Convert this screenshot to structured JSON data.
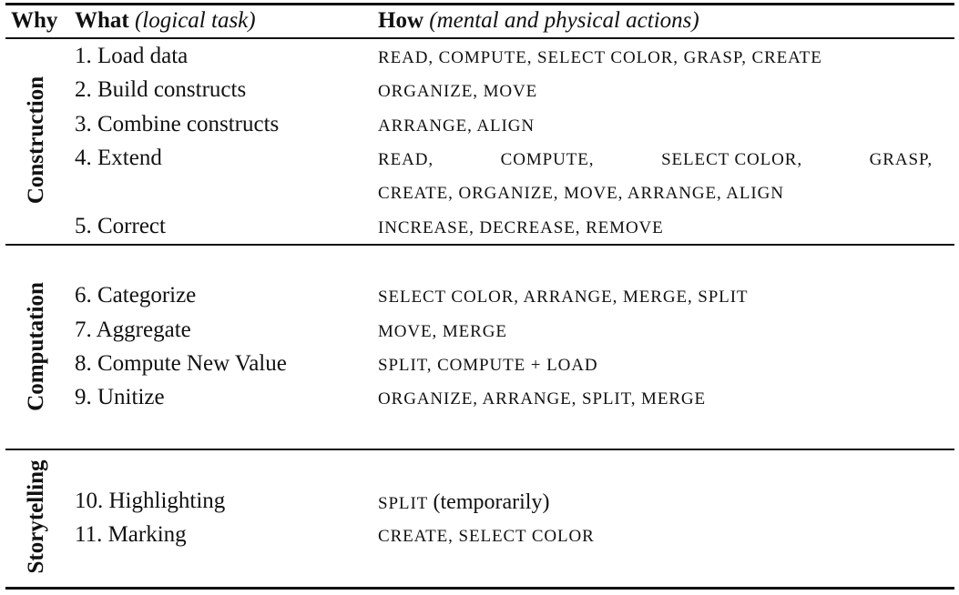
{
  "header": {
    "why": "Why",
    "what": "What",
    "what_sub": "(logical task)",
    "how": "How",
    "how_sub": "(mental and physical actions)"
  },
  "sections": [
    {
      "name": "Construction",
      "rows": [
        {
          "what": "1. Load data",
          "how": "READ, COMPUTE, SELECT COLOR, GRASP, CREATE"
        },
        {
          "what": "2. Build constructs",
          "how": "ORGANIZE, MOVE"
        },
        {
          "what": "3. Combine constructs",
          "how": "ARRANGE, ALIGN"
        },
        {
          "what": "4. Extend",
          "how_line1": [
            "READ,",
            "COMPUTE,",
            "SELECT COLOR,",
            "GRASP,"
          ],
          "how_line2": "CREATE, ORGANIZE, MOVE, ARRANGE, ALIGN"
        },
        {
          "what": "5. Correct",
          "how": "INCREASE, DECREASE, REMOVE"
        }
      ]
    },
    {
      "name": "Computation",
      "rows": [
        {
          "what": "6. Categorize",
          "how": "SELECT COLOR, ARRANGE, MERGE, SPLIT"
        },
        {
          "what": "7. Aggregate",
          "how": "MOVE, MERGE"
        },
        {
          "what": "8. Compute New Value",
          "how": "SPLIT, COMPUTE + LOAD"
        },
        {
          "what": "9. Unitize",
          "how": "ORGANIZE, ARRANGE, SPLIT, MERGE"
        }
      ]
    },
    {
      "name": "Storytelling",
      "rows": [
        {
          "what": "10. Highlighting",
          "how": "SPLIT",
          "how_note": "(temporarily)"
        },
        {
          "what": "11. Marking",
          "how": "CREATE, SELECT COLOR"
        }
      ]
    }
  ]
}
